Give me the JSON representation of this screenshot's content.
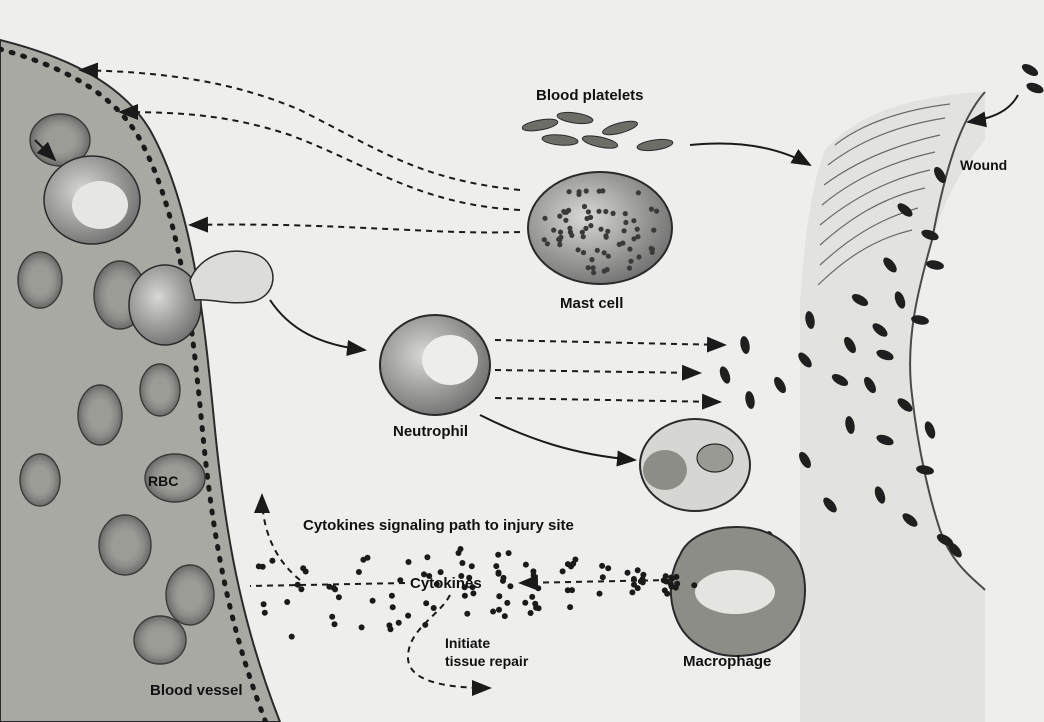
{
  "labels": {
    "blood_platelets": "Blood platelets",
    "wound": "Wound",
    "mast_cell": "Mast cell",
    "neutrophil": "Neutrophil",
    "cytokines_path": "Cytokines signaling path to injury site",
    "cytokines": "Cytokines",
    "initiate_line1": "Initiate",
    "initiate_line2": "tissue repair",
    "macrophage": "Macrophage",
    "blood_vessel": "Blood vessel",
    "rbc": "RBC"
  },
  "colors": {
    "background": "#eeeeec",
    "vessel_wall": "#a9a9a4",
    "vessel_lumen": "#8e8e89",
    "cell_fill": "#8a8a85",
    "ink": "#1a1a1a"
  }
}
